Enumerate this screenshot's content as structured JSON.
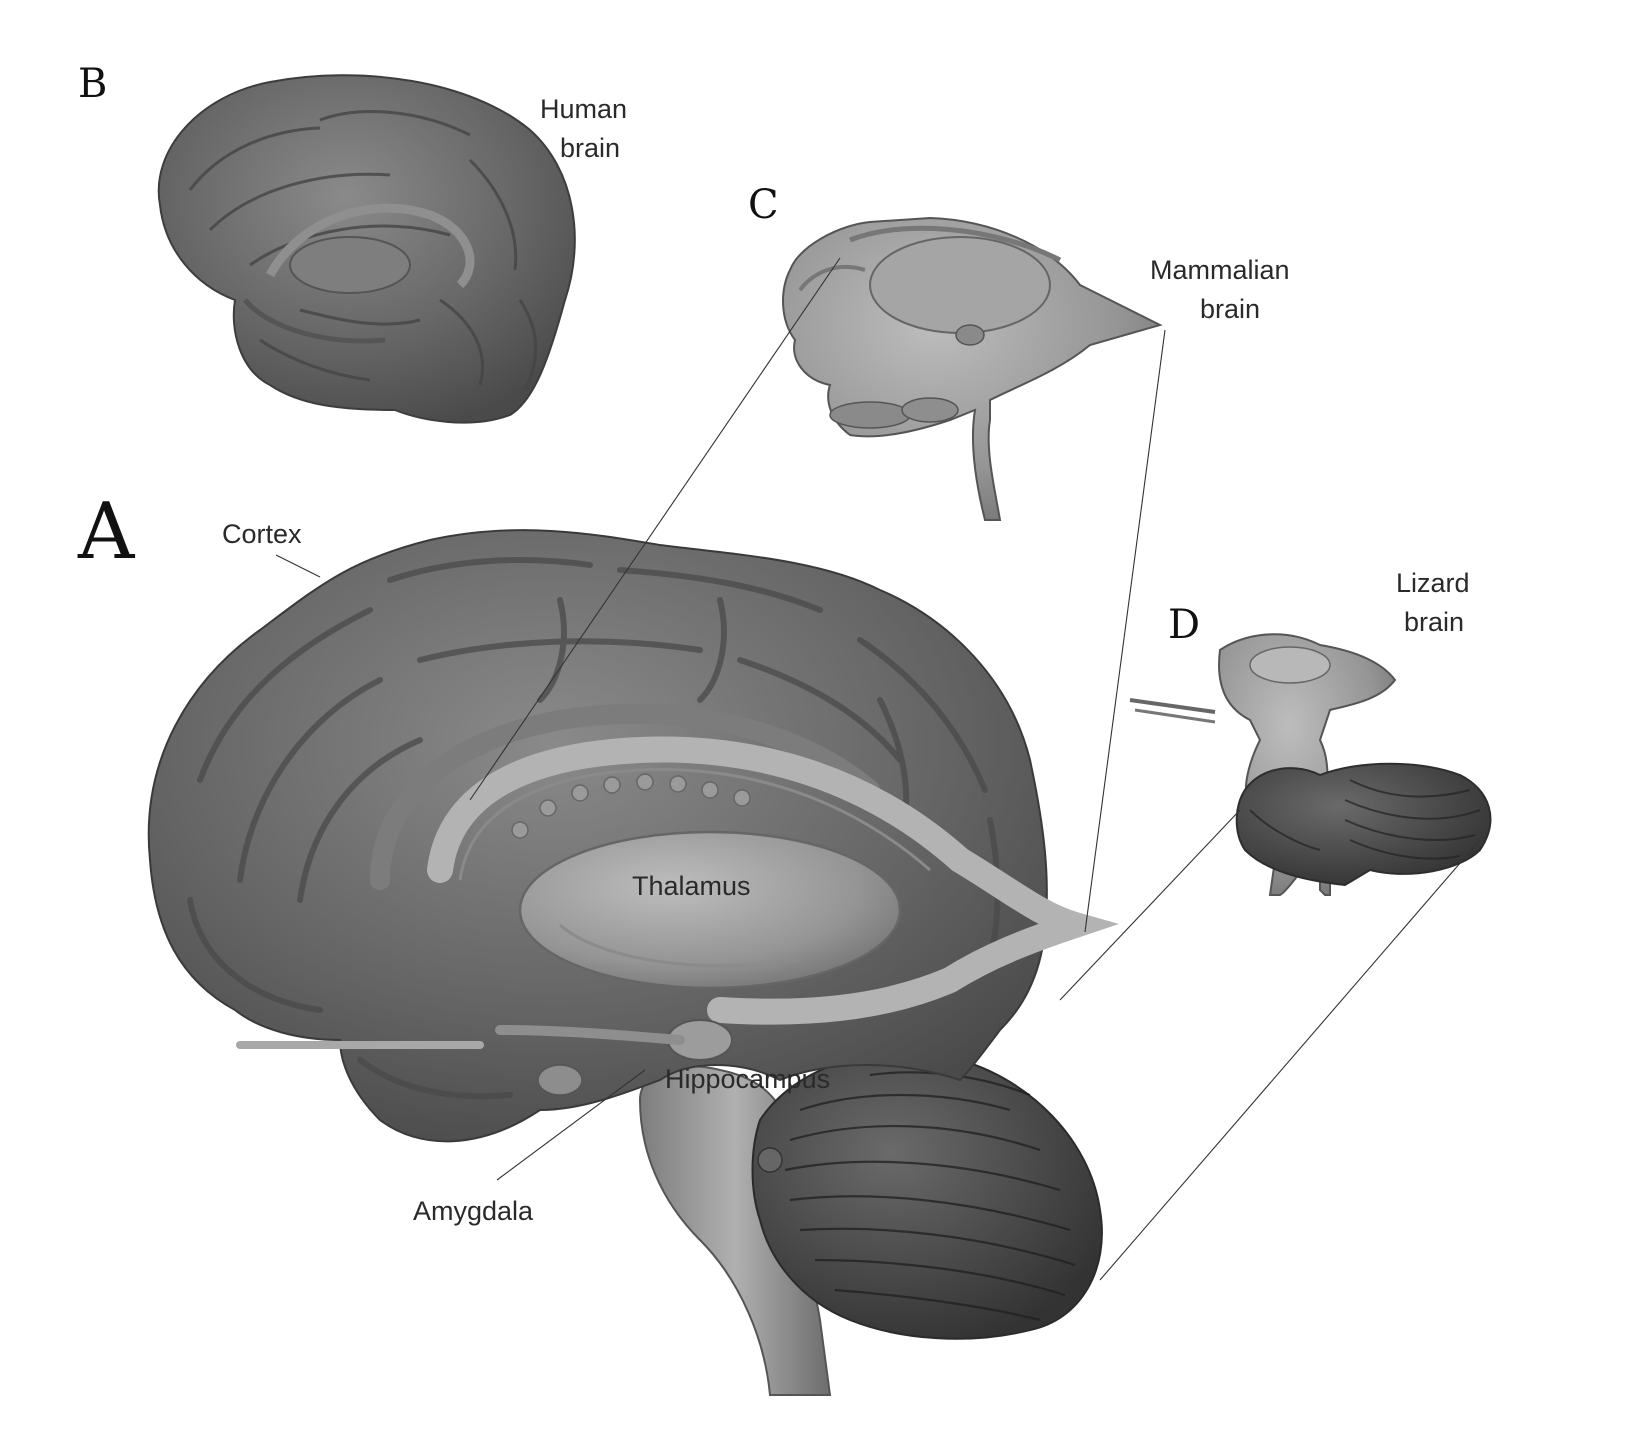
{
  "panels": {
    "a": "A",
    "b": "B",
    "c": "C",
    "d": "D"
  },
  "labels": {
    "human_line1": "Human",
    "human_line2": "brain",
    "mammalian_line1": "Mammalian",
    "mammalian_line2": "brain",
    "lizard_line1": "Lizard",
    "lizard_line2": "brain",
    "cortex": "Cortex",
    "thalamus": "Thalamus",
    "hippocampus": "Hippocampus",
    "amygdala": "Amygdala"
  },
  "colors": {
    "cortex_gray": "#6b6b6b",
    "limbic_gray": "#9a9a9a",
    "cerebellum_gray": "#4a4a4a",
    "background": "#ffffff"
  }
}
